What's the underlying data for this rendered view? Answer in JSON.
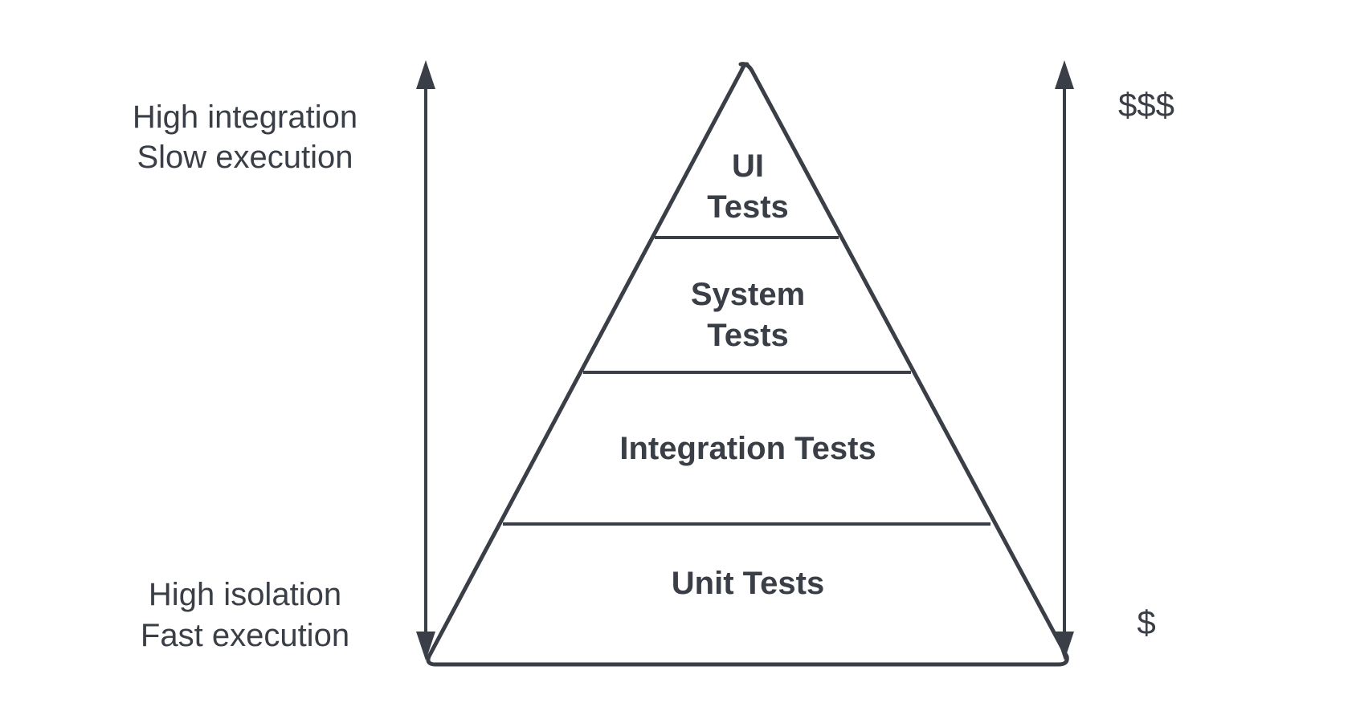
{
  "colors": {
    "stroke": "#3a3e46",
    "text": "#3a3e46",
    "background": "#ffffff"
  },
  "left_axis": {
    "top_line1": "High integration",
    "top_line2": "Slow execution",
    "bottom_line1": "High isolation",
    "bottom_line2": "Fast execution"
  },
  "right_axis": {
    "top_label": "$$$",
    "bottom_label": "$"
  },
  "pyramid": {
    "tiers": [
      {
        "line1": "UI",
        "line2": "Tests"
      },
      {
        "line1": "System",
        "line2": "Tests"
      },
      {
        "line1": "Integration Tests"
      },
      {
        "line1": "Unit Tests"
      }
    ]
  }
}
